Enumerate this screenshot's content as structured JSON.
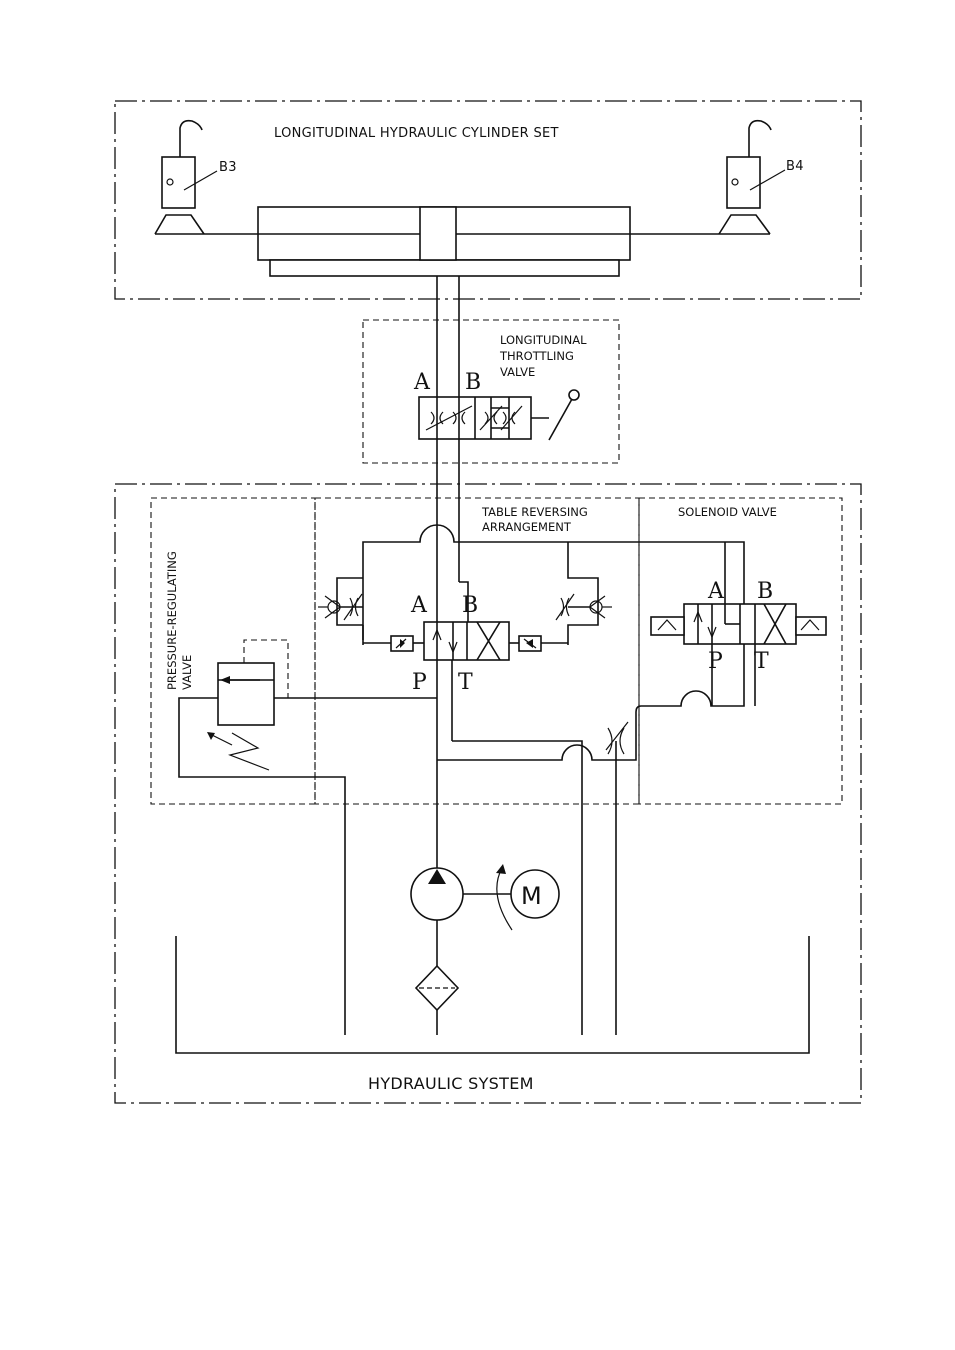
{
  "labels": {
    "cylinder_set": "LONGITUDINAL HYDRAULIC CYLINDER SET",
    "sensor_left": "B3",
    "sensor_right": "B4",
    "throttling_valve_line1": "LONGITUDINAL",
    "throttling_valve_line2": "THROTTLING",
    "throttling_valve_line3": "VALVE",
    "throttle_port_a": "A",
    "throttle_port_b": "B",
    "table_reversing_line1": "TABLE REVERSING",
    "table_reversing_line2": "ARRANGEMENT",
    "solenoid_valve": "SOLENOID VALVE",
    "pressure_reg_line1": "PRESSURE-REGULATING",
    "pressure_reg_line2": "VALVE",
    "rev_port_a": "A",
    "rev_port_b": "B",
    "rev_port_p": "P",
    "rev_port_t": "T",
    "sol_port_a": "A",
    "sol_port_b": "B",
    "sol_port_p": "P",
    "sol_port_t": "T",
    "motor": "M",
    "hydraulic_system": "HYDRAULIC SYSTEM"
  }
}
